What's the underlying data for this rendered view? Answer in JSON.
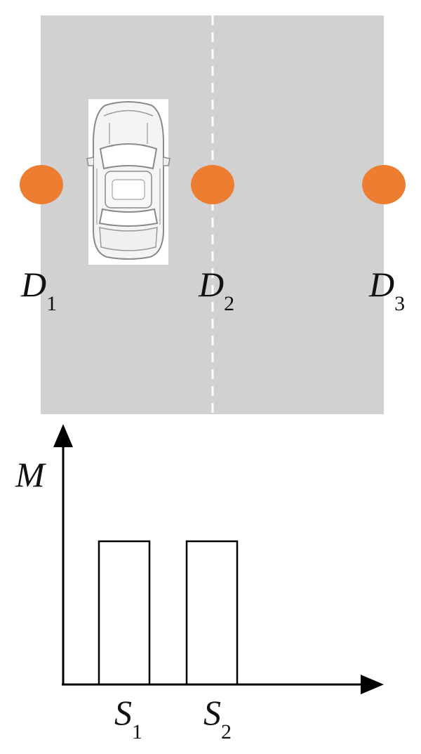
{
  "colors": {
    "road": "#d2d1d2",
    "lane_marking": "#ffffff",
    "detector": "#ed7d31",
    "axis": "#000000",
    "pulse": "#000000",
    "car_body": "#f2f2f2",
    "car_outline": "#8a8a8a"
  },
  "icons": {
    "vehicle": "car-top-view-icon",
    "detector": "detector-dot-icon"
  },
  "detectors": [
    {
      "var": "D",
      "sub": "1"
    },
    {
      "var": "D",
      "sub": "2"
    },
    {
      "var": "D",
      "sub": "3"
    }
  ],
  "signal_plot": {
    "y_label": "M",
    "pulses": [
      {
        "var": "S",
        "sub": "1"
      },
      {
        "var": "S",
        "sub": "2"
      }
    ]
  }
}
